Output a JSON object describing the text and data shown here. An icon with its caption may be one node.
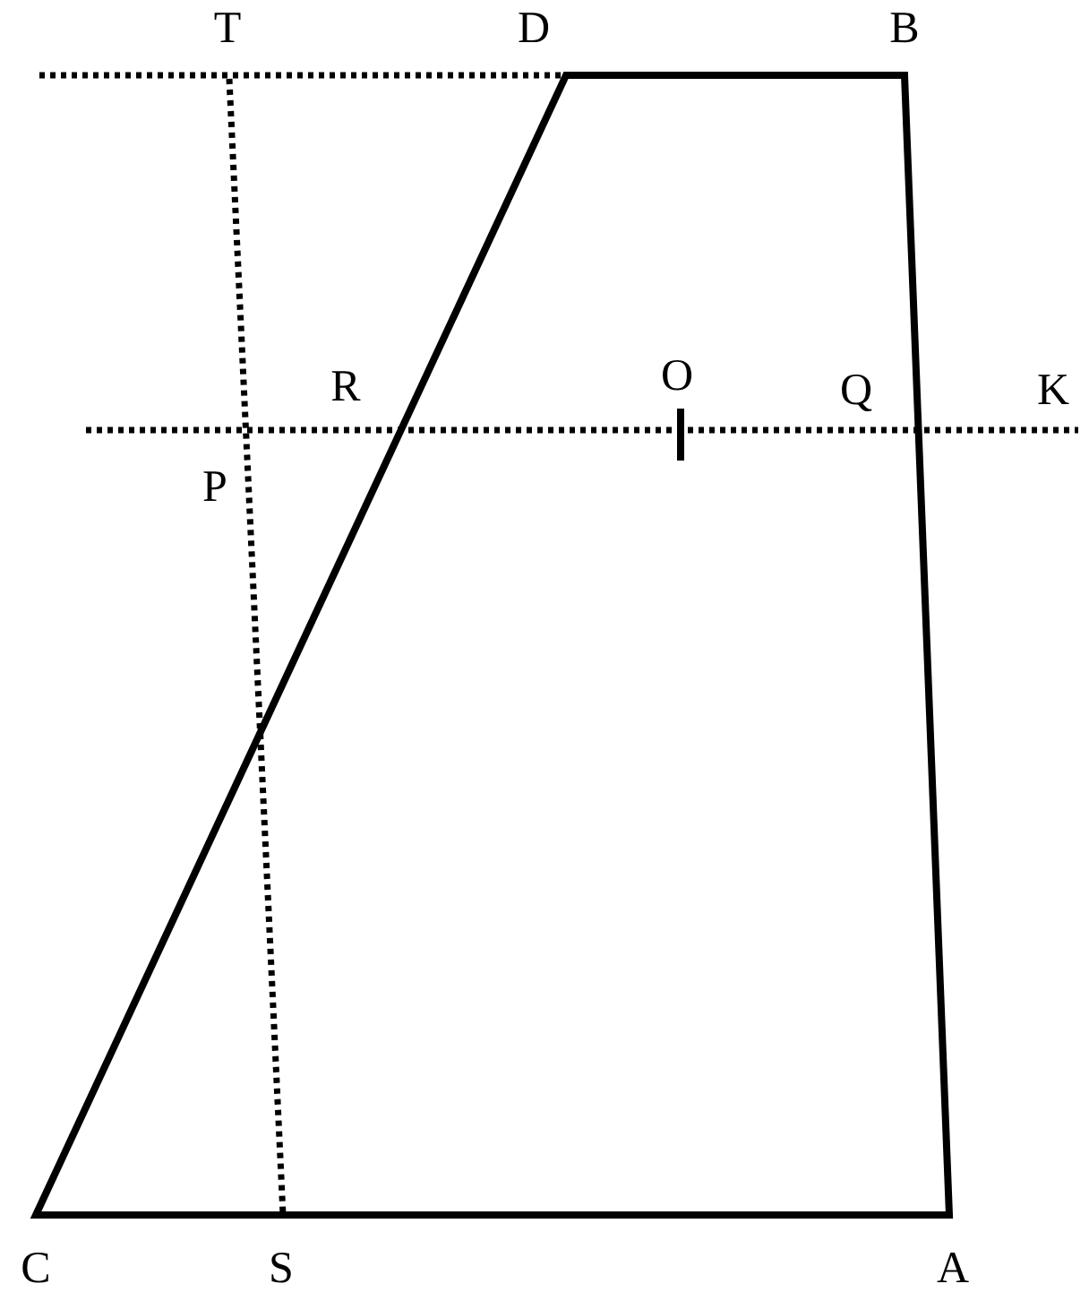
{
  "diagram": {
    "labels": [
      "T",
      "D",
      "B",
      "R",
      "O",
      "Q",
      "K",
      "P",
      "C",
      "S",
      "A"
    ]
  }
}
